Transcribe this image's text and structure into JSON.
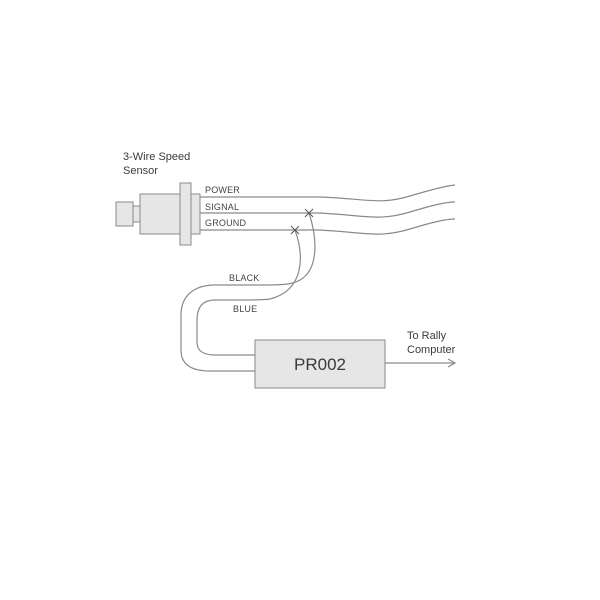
{
  "diagram": {
    "sensor": {
      "title_line1": "3-Wire Speed",
      "title_line2": "Sensor"
    },
    "wires": [
      {
        "label": "POWER"
      },
      {
        "label": "SIGNAL"
      },
      {
        "label": "GROUND"
      }
    ],
    "loop_wires": [
      {
        "label": "BLACK"
      },
      {
        "label": "BLUE"
      }
    ],
    "module": {
      "label": "PR002"
    },
    "output": {
      "line1": "To Rally",
      "line2": "Computer"
    },
    "colors": {
      "stroke": "#8a8a8a",
      "fill": "#e6e6e6",
      "text": "#444444"
    }
  }
}
